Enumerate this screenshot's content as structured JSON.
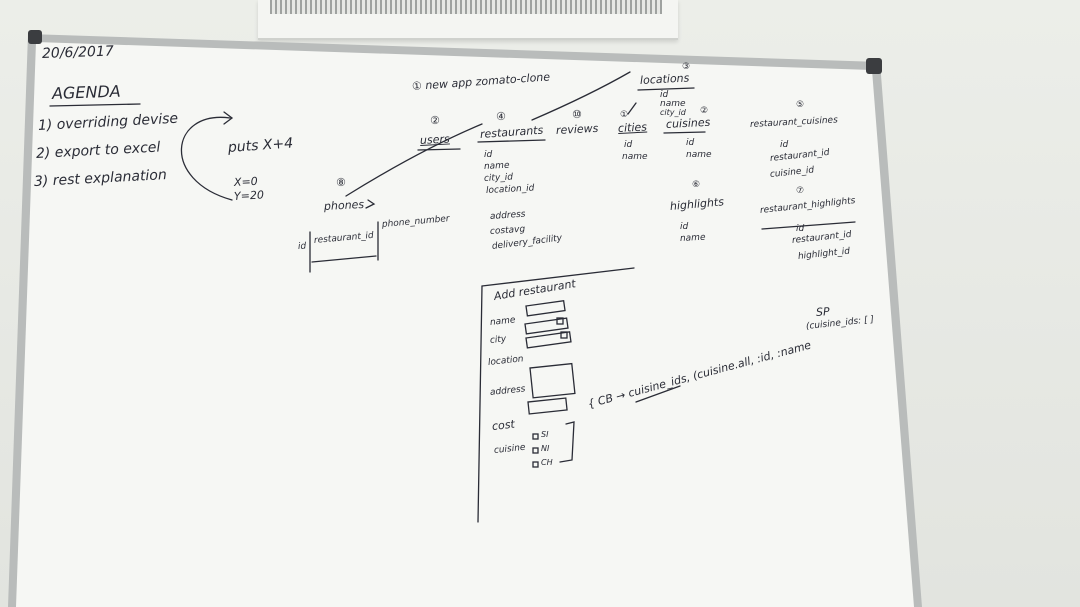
{
  "date": "20/6/2017",
  "agenda": {
    "title": "AGENDA",
    "items": [
      "1) overriding devise",
      "2) export to excel",
      "3) rest explanation"
    ]
  },
  "side_note": {
    "line1": "puts X+4",
    "line2": "X=0",
    "line3": "Y=20"
  },
  "app_note": "① new app zomato-clone",
  "tables": {
    "users": {
      "num": "②",
      "name": "users"
    },
    "restaurants": {
      "num": "④",
      "name": "restaurants",
      "fields": [
        "id",
        "name",
        "city_id",
        "location_id",
        "address",
        "costavg",
        "delivery_facility"
      ]
    },
    "reviews": {
      "num": "⑩",
      "name": "reviews"
    },
    "cities": {
      "num": "①",
      "name": "cities",
      "fields": [
        "id",
        "name"
      ]
    },
    "cuisines": {
      "num": "②",
      "name": "cuisines",
      "fields": [
        "id",
        "name"
      ]
    },
    "locations": {
      "num": "③",
      "name": "locations",
      "fields": [
        "id",
        "name",
        "city_id"
      ]
    },
    "restaurant_cuisines": {
      "num": "⑤",
      "name": "restaurant_cuisines",
      "fields": [
        "id",
        "restaurant_id",
        "cuisine_id"
      ]
    },
    "highlights": {
      "num": "⑥",
      "name": "highlights",
      "fields": [
        "id",
        "name"
      ]
    },
    "restaurant_highlights": {
      "num": "⑦",
      "name": "restaurant_highlights",
      "fields": [
        "id",
        "restaurant_id",
        "highlight_id"
      ]
    },
    "phones": {
      "num": "⑧",
      "name": "phones",
      "fields": [
        "id",
        "restaurant_id",
        "phone_number"
      ]
    }
  },
  "form": {
    "title": "Add restaurant",
    "labels": {
      "name": "name",
      "city": "city",
      "location": "location",
      "address": "address",
      "cost": "cost",
      "cuisine": "cuisine"
    },
    "checkboxes": [
      "SI",
      "NI",
      "CH"
    ]
  },
  "cuisine_note": "{ CB → cuisine_ids, (cuisine.all, :id, :name",
  "sp_note": {
    "title": "SP",
    "body": "(cuisine_ids: [ ]"
  },
  "colors": {
    "marker": "#2a2c36",
    "board": "#f6f7f4",
    "frame": "#b9bcbb"
  }
}
